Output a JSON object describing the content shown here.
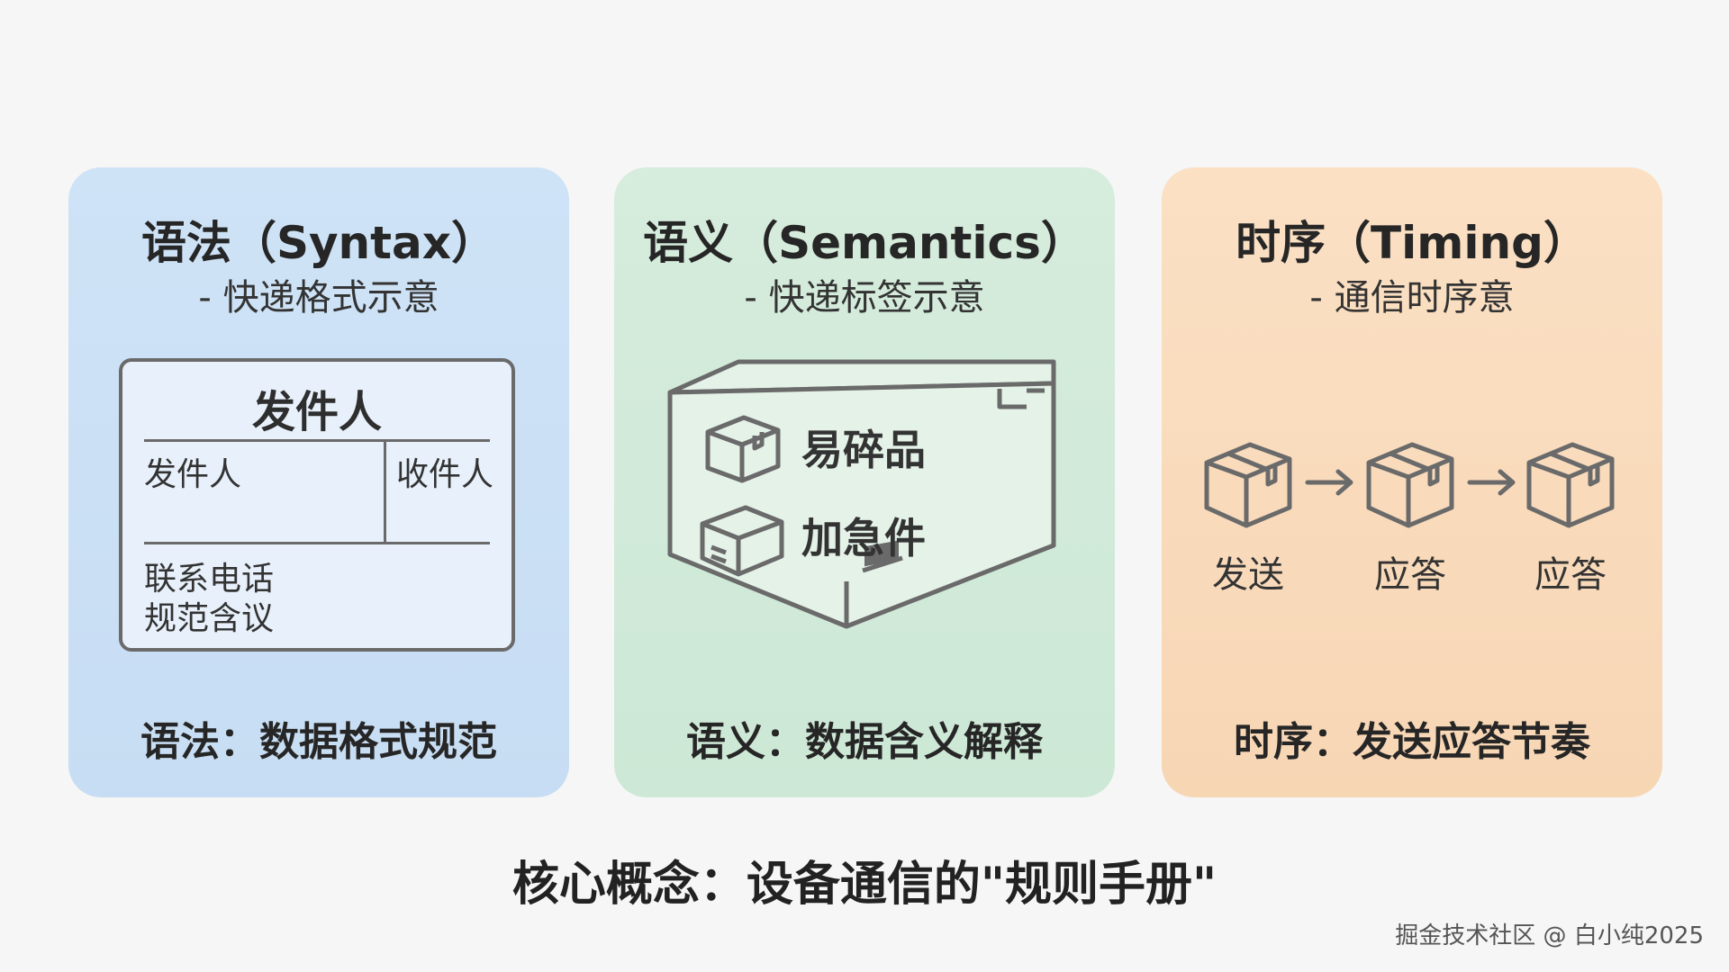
{
  "syntax": {
    "title": "语法（Syntax）",
    "subtitle": "- 快递格式示意",
    "label": {
      "header": "发件人",
      "sender": "发件人",
      "receiver": "收件人",
      "phone": "联系电话",
      "rule": "规范含议"
    },
    "footer": "语法：数据格式规范"
  },
  "semantics": {
    "title": "语义（Semantics）",
    "subtitle": "- 快递标签示意",
    "items": [
      "易碎品",
      "加急件"
    ],
    "footer": "语义：数据含义解释"
  },
  "timing": {
    "title": "时序（Timing）",
    "subtitle": "- 通信时序意",
    "steps": [
      "发送",
      "应答",
      "应答"
    ],
    "footer": "时序：发送应答节奏"
  },
  "caption": "核心概念：设备通信的\"规则手册\"",
  "watermark": "掘金技术社区 @ 白小纯2025",
  "colors": {
    "syntax_bg": "#cfe3f7",
    "semantics_bg": "#d6ecdd",
    "timing_bg": "#fbe0c4",
    "stroke": "#6a6a6a"
  },
  "icons": [
    "package-icon",
    "arrow-right-icon"
  ]
}
